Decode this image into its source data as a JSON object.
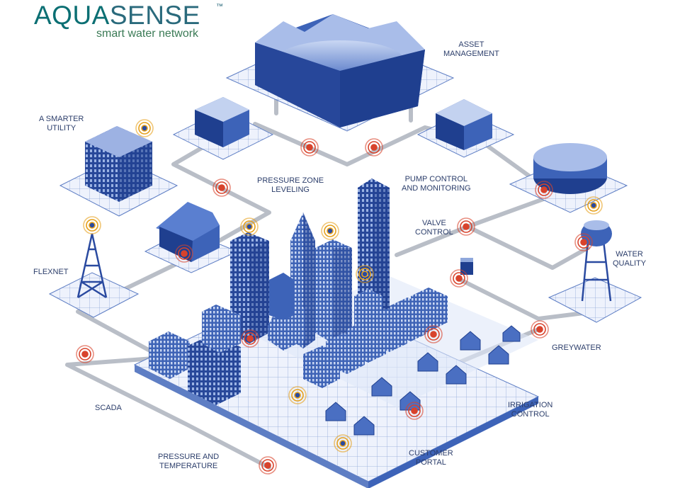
{
  "brand": {
    "name_part1": "AQUA",
    "name_part2": "SENSE",
    "trademark": "™",
    "tagline": "smart water network"
  },
  "labels": {
    "asset_management": [
      "ASSET",
      "MANAGEMENT"
    ],
    "smarter_utility": [
      "A SMARTER",
      "UTILITY"
    ],
    "pressure_zone": [
      "PRESSURE ZONE",
      "LEVELING"
    ],
    "pump_control": [
      "PUMP CONTROL",
      "AND MONITORING"
    ],
    "valve_control": [
      "VALVE",
      "CONTROL"
    ],
    "water_quality": [
      "WATER",
      "QUALITY"
    ],
    "flexnet": [
      "FLEXNET"
    ],
    "greywater": [
      "GREYWATER"
    ],
    "scada": [
      "SCADA"
    ],
    "irrigation_control": [
      "IRRIGATION",
      "CONTROL"
    ],
    "pressure_temperature": [
      "PRESSURE AND",
      "TEMPERATURE"
    ],
    "customer_portal": [
      "CUSTOMER",
      "PORTAL"
    ]
  },
  "colors": {
    "building_dark": "#1f3f8f",
    "building_mid": "#3d63b8",
    "building_light": "#8fa8dc",
    "tile_top": "#e8eefb",
    "tile_side": "#5e7ec4",
    "pipe": "#b9bec7",
    "sensor_red": "#d8432c",
    "sensor_amber": "#e6a01a",
    "label_text": "#2c3e6b",
    "brand_teal": "#0b6f73",
    "brand_green": "#3a7a55"
  }
}
